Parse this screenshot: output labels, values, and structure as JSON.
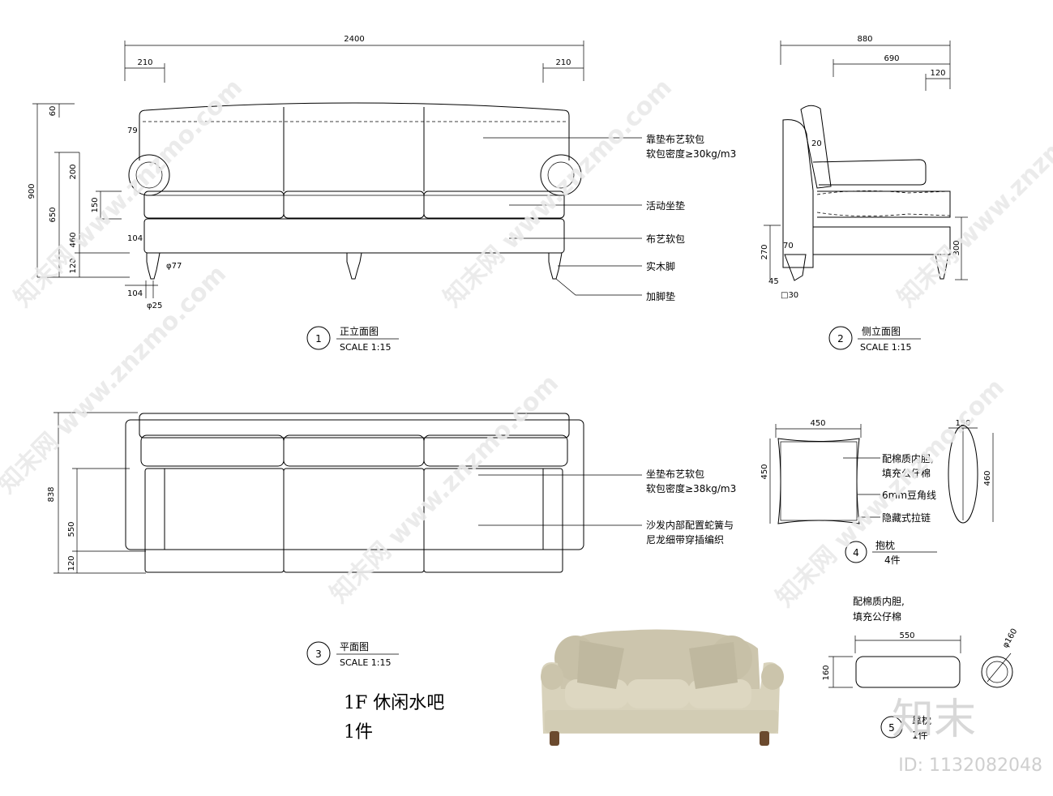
{
  "views": {
    "front": {
      "number": "1",
      "title": "正立面图",
      "scale": "SCALE 1:15",
      "dims": {
        "overall_width": "2400",
        "arm_left": "210",
        "arm_right": "210",
        "total_height": "900",
        "top_gap": "60",
        "back_offset": "79",
        "arm_height": "200",
        "seat_height": "650",
        "cushion_height": "150",
        "base_height": "460",
        "leg_height": "120",
        "leg_inset": "104",
        "leg_diameter": "φ77",
        "pad_inset": "104",
        "pad_diameter": "φ25"
      },
      "notes": {
        "back_line1": "靠垫布艺软包",
        "back_line2": "软包密度≥30kg/m3",
        "seat": "活动坐垫",
        "base": "布艺软包",
        "leg": "实木脚",
        "pad": "加脚垫"
      }
    },
    "side": {
      "number": "2",
      "title": "侧立面图",
      "scale": "SCALE 1:15",
      "dims": {
        "overall_depth": "880",
        "seat_depth": "690",
        "back_thickness": "120",
        "angle": "20",
        "height_270": "270",
        "leg_offset": "70",
        "height_300": "300",
        "bottom_45": "45",
        "bottom_30": "□30"
      }
    },
    "plan": {
      "number": "3",
      "title": "平面图",
      "scale": "SCALE 1:15",
      "dims": {
        "depth": "838",
        "seat": "550",
        "front": "120"
      },
      "notes": {
        "cushion_line1": "坐垫布艺软包",
        "cushion_line2": "软包密度≥38kg/m3",
        "inner_line1": "沙发内部配置蛇簧与",
        "inner_line2": "尼龙细带穿插编织"
      }
    },
    "pillow": {
      "number": "4",
      "title": "抱枕",
      "qty": "4件",
      "dims": {
        "width": "450",
        "height": "450",
        "side_width": "150",
        "side_height": "460"
      },
      "notes": {
        "fill_line1": "配棉质内胆,",
        "fill_line2": "填充公仔棉",
        "piping": "6mm豆角线",
        "zipper": "隐藏式拉链"
      }
    },
    "bolster": {
      "number": "5",
      "title": "靠枕",
      "qty": "1件",
      "dims": {
        "length": "550",
        "height": "160",
        "diameter": "φ160"
      },
      "notes": {
        "fill_line1": "配棉质内胆,",
        "fill_line2": "填充公仔棉"
      }
    }
  },
  "project": {
    "location": "1F 休闲水吧",
    "quantity": "1件"
  },
  "watermark": {
    "brand": "知末网 www.znzmo.com",
    "logo": "知末",
    "id": "ID: 1132082048"
  },
  "colors": {
    "line": "#000000",
    "sofa_fabric": "#d8d2bb",
    "sofa_shadow": "#b9b39c",
    "leg_wood": "#6b4a2e"
  }
}
